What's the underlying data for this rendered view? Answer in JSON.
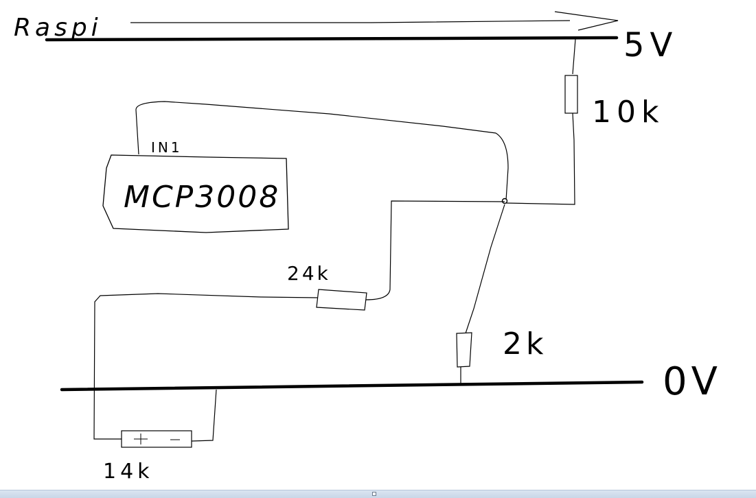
{
  "labels": {
    "raspi": "Raspi",
    "supply": "5V",
    "ground": "0V",
    "chip": "MCP3008",
    "input": "IN1",
    "r_top": "10k",
    "r_mid": "24k",
    "r_low": "2k",
    "r_bottom": "14k"
  },
  "colors": {
    "ink": "#000000",
    "paper": "#ffffff",
    "statusbar": "#d3deec"
  }
}
